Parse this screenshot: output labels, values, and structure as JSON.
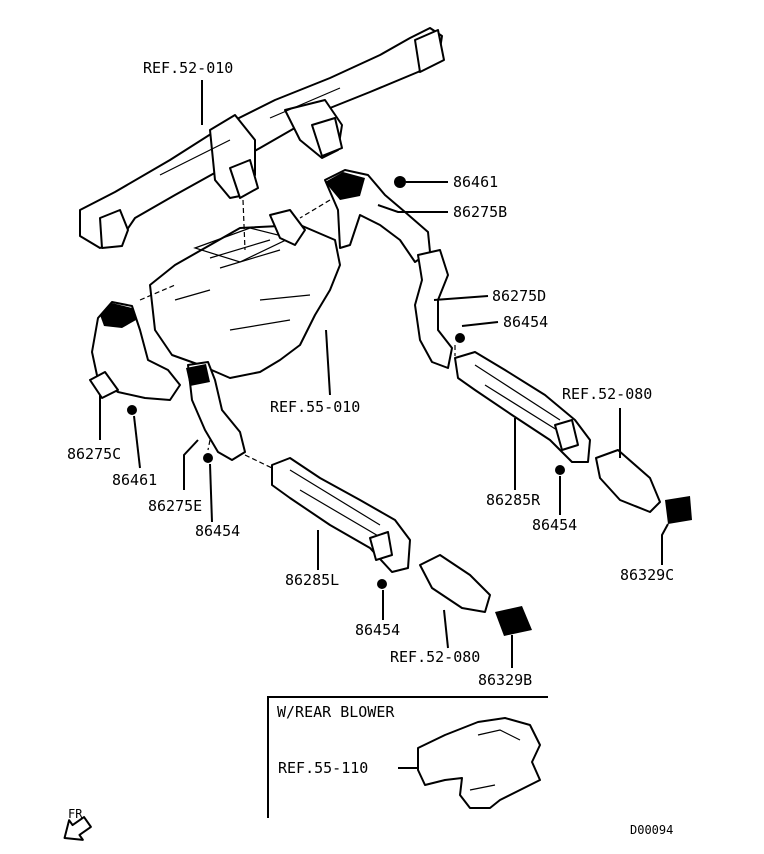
{
  "labels": {
    "ref_52_010": "REF.52-010",
    "ref_55_010": "REF.55-010",
    "ref_52_080_right": "REF.52-080",
    "ref_52_080_bottom": "REF.52-080",
    "ref_55_110": "REF.55-110",
    "part_86461_top": "86461",
    "part_86275B": "86275B",
    "part_86275D": "86275D",
    "part_86454_right_upper": "86454",
    "part_86275C": "86275C",
    "part_86461_left": "86461",
    "part_86275E": "86275E",
    "part_86454_left": "86454",
    "part_86285R": "86285R",
    "part_86454_right_lower": "86454",
    "part_86329C": "86329C",
    "part_86285L": "86285L",
    "part_86454_bottom": "86454",
    "part_86329B": "86329B"
  },
  "inset": {
    "title": "W/REAR BLOWER"
  },
  "direction": {
    "label": "FR"
  },
  "diagram_code": "D00094"
}
